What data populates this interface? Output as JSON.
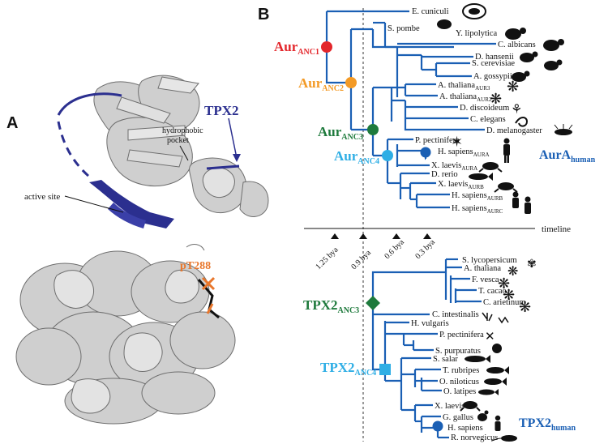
{
  "panels": {
    "a_label": "A",
    "b_label": "B"
  },
  "structure": {
    "tpx2_label": "TPX2",
    "pocket_line1": "hydrophobic",
    "pocket_line2": "pocket",
    "active_site": "active site",
    "pt288": "pT288",
    "colors": {
      "protein": "#c9c9c9",
      "tpx2": "#2b2f8f",
      "pt288": "#e8762b"
    }
  },
  "timeline": {
    "label": "timeline",
    "ticks": [
      "1.25 bya",
      "0.9 bya",
      "0.6 bya",
      "0.3 bya"
    ]
  },
  "aurora_tree": {
    "leaves": [
      {
        "name": "E. cuniculi",
        "sub": ""
      },
      {
        "name": "S. pombe",
        "sub": ""
      },
      {
        "name": "Y. lipolytica",
        "sub": ""
      },
      {
        "name": "C. albicans",
        "sub": ""
      },
      {
        "name": "D. hansenii",
        "sub": ""
      },
      {
        "name": "S. cerevisiae",
        "sub": ""
      },
      {
        "name": "A. gossypii",
        "sub": ""
      },
      {
        "name": "A. thaliana",
        "sub": "AUR3"
      },
      {
        "name": "A. thaliana",
        "sub": "AUR2"
      },
      {
        "name": "D. discoideum",
        "sub": ""
      },
      {
        "name": "C. elegans",
        "sub": ""
      },
      {
        "name": "D. melanogaster",
        "sub": ""
      },
      {
        "name": "P. pectinifera",
        "sub": ""
      },
      {
        "name": "H. sapiens",
        "sub": "AURA"
      },
      {
        "name": "X. laevis",
        "sub": "AURA"
      },
      {
        "name": "D. rerio",
        "sub": ""
      },
      {
        "name": "X. laevis",
        "sub": "AURB"
      },
      {
        "name": "H. sapiens",
        "sub": "AURB"
      },
      {
        "name": "H. sapiens",
        "sub": "AURC"
      }
    ],
    "ancestors": [
      {
        "main": "Aur",
        "sub": "ANC1",
        "color": "#e3262b"
      },
      {
        "main": "Aur",
        "sub": "ANC2",
        "color": "#f39a26"
      },
      {
        "main": "Aur",
        "sub": "ANC3",
        "color": "#1e7a3c"
      },
      {
        "main": "Aur",
        "sub": "ANC4",
        "color": "#2eaee5"
      }
    ],
    "human": {
      "main": "AurA",
      "sub": "human"
    }
  },
  "tpx2_tree": {
    "leaves": [
      {
        "name": "S. lycopersicum"
      },
      {
        "name": "A. thaliana"
      },
      {
        "name": "F. vesca"
      },
      {
        "name": "T. cacao"
      },
      {
        "name": "C. arietinum"
      },
      {
        "name": "C. intestinalis"
      },
      {
        "name": "H. vulgaris"
      },
      {
        "name": "P. pectinifera"
      },
      {
        "name": "S. purpuratus"
      },
      {
        "name": "S. salar"
      },
      {
        "name": "T. rubripes"
      },
      {
        "name": "O. niloticus"
      },
      {
        "name": "O. latipes"
      },
      {
        "name": "X. laevis"
      },
      {
        "name": "G. gallus"
      },
      {
        "name": "H. sapiens"
      },
      {
        "name": "R. norvegicus"
      }
    ],
    "ancestors": [
      {
        "main": "TPX2",
        "sub": "ANC3",
        "color": "#1e7a3c"
      },
      {
        "main": "TPX2",
        "sub": "ANC4",
        "color": "#2eaee5"
      }
    ],
    "human": {
      "main": "TPX2",
      "sub": "human"
    }
  },
  "colors": {
    "branch": "#1a5fb4",
    "human_dot": "#1a5fb4"
  }
}
